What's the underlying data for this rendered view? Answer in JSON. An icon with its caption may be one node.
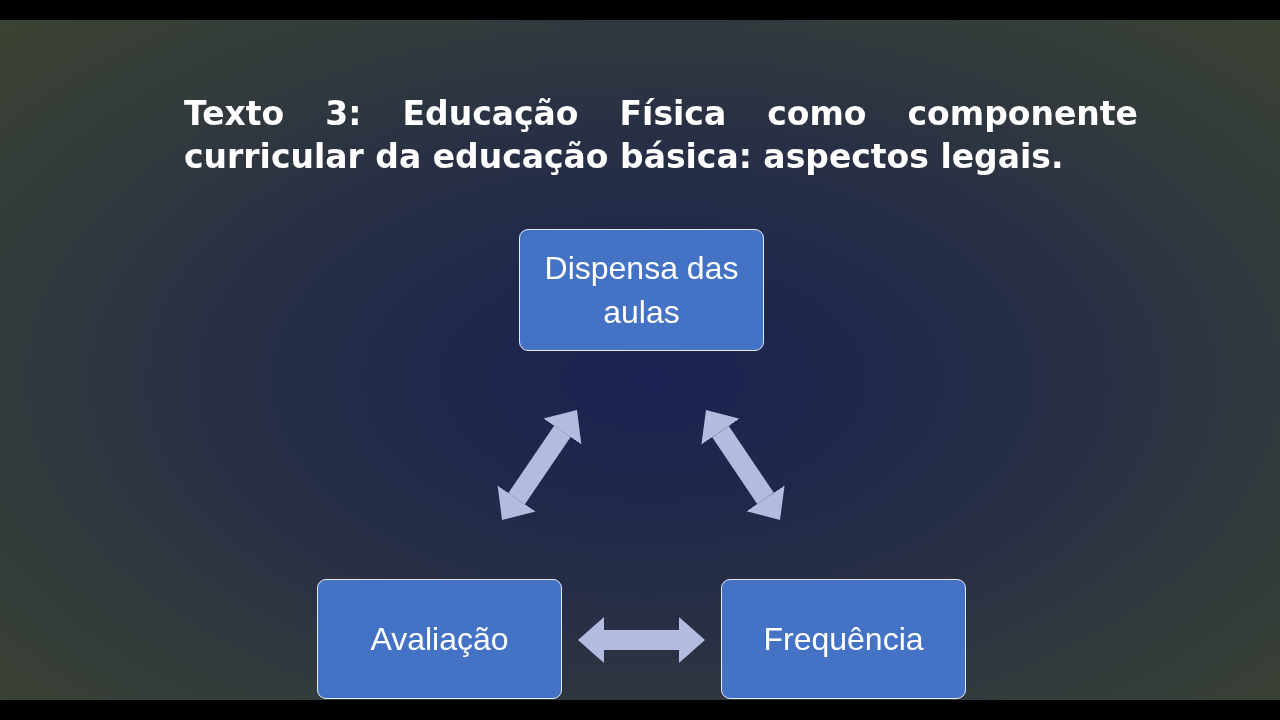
{
  "diagram": {
    "title": "Texto 3: Educação Física como componente curricular da educação básica: aspectos legais.",
    "nodes": [
      {
        "text": [
          "Dispensa das aulas"
        ]
      },
      {
        "text": [
          "Avaliação"
        ]
      },
      {
        "text": [
          "Frequência"
        ]
      }
    ],
    "edges": [
      {
        "from": 0,
        "to": 1,
        "arrow": "both"
      },
      {
        "from": 0,
        "to": 2,
        "arrow": "both"
      },
      {
        "from": 1,
        "to": 2,
        "arrow": "both"
      }
    ]
  }
}
